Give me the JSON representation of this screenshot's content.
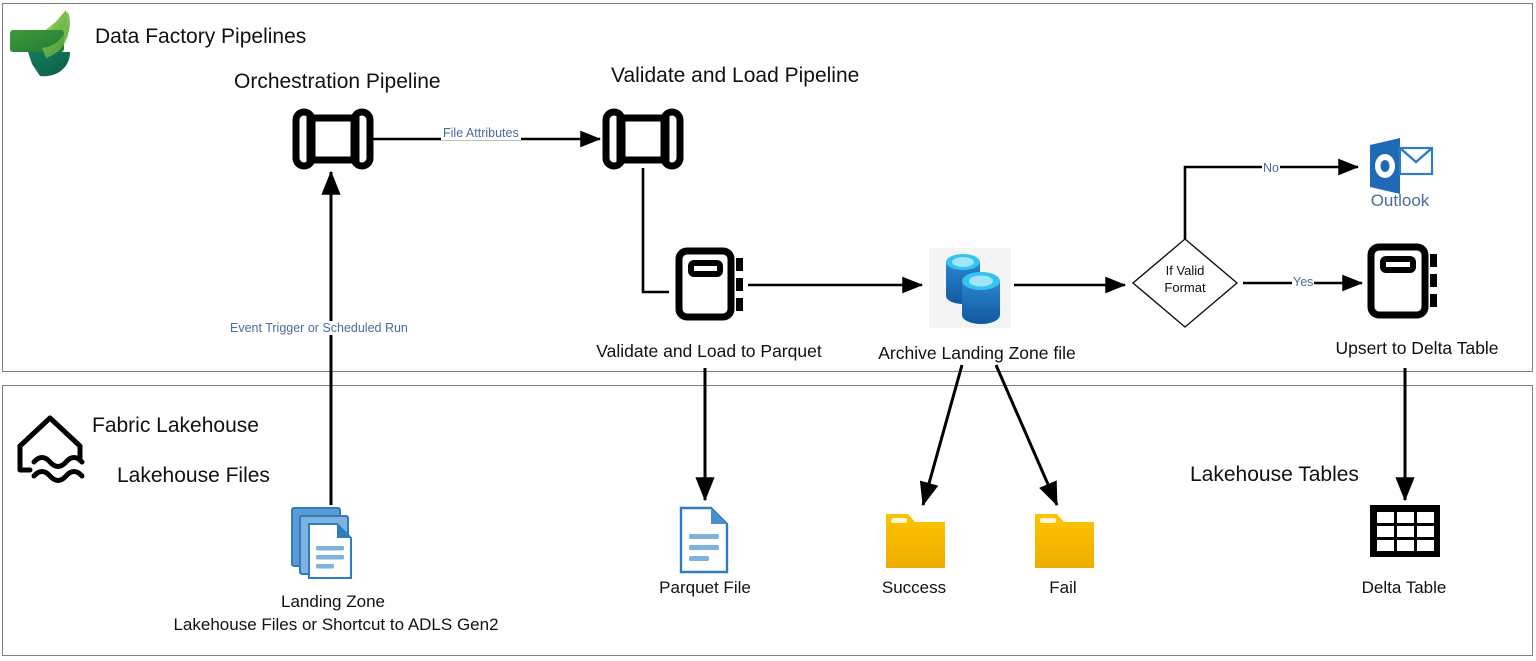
{
  "diagram": {
    "type": "architecture-flow",
    "panels": [
      {
        "id": "data-factory",
        "title": "Data Factory Pipelines",
        "logo": "fabric-logo-icon"
      },
      {
        "id": "fabric-lakehouse",
        "title": "Fabric Lakehouse",
        "logo": "lakehouse-house-icon"
      }
    ]
  },
  "top_panel": {
    "title": "Data Factory Pipelines",
    "orchestration_title": "Orchestration Pipeline",
    "validate_title": "Validate and Load Pipeline",
    "nodes": {
      "orchestration_pipeline": {
        "label": "Orchestration Pipeline",
        "icon": "pipeline-icon"
      },
      "validate_pipeline": {
        "label": "Validate and Load Pipeline",
        "icon": "pipeline-icon"
      },
      "notebook_validate": {
        "label": "Validate and Load to Parquet",
        "icon": "notebook-icon"
      },
      "archive": {
        "label": "Archive Landing Zone file",
        "icon": "database-copy-icon"
      },
      "decision": {
        "line1": "If Valid",
        "line2": "Format",
        "icon": "decision-diamond-icon"
      },
      "outlook": {
        "label": "Outlook",
        "icon": "outlook-icon"
      },
      "notebook_upsert": {
        "label": "Upsert to Delta Table",
        "icon": "notebook-icon"
      }
    },
    "edge_labels": {
      "file_attributes": "File Attributes",
      "event_trigger": "Event Trigger or Scheduled Run",
      "no": "No",
      "yes": "Yes"
    }
  },
  "bottom_panel": {
    "title": "Fabric Lakehouse",
    "files_section": "Lakehouse Files",
    "tables_section": "Lakehouse Tables",
    "nodes": {
      "landing_zone": {
        "label": "Landing Zone",
        "sublabel": "Lakehouse Files or Shortcut to ADLS Gen2",
        "icon": "file-stack-icon"
      },
      "parquet_file": {
        "label": "Parquet File",
        "icon": "document-icon"
      },
      "success_folder": {
        "label": "Success",
        "icon": "folder-icon"
      },
      "fail_folder": {
        "label": "Fail",
        "icon": "folder-icon"
      },
      "delta_table": {
        "label": "Delta Table",
        "icon": "table-grid-icon"
      }
    }
  },
  "colors": {
    "panel_border": "#808080",
    "edge_label": "#4a6c9b",
    "outlook_blue": "#2b6cb0",
    "outlook_panel": "#1f6ab4",
    "folder_yellow": "#f5b800",
    "folder_yellow_dark": "#e0a800",
    "file_blue": "#3f8fd0",
    "file_blue_dark": "#2b6fae",
    "db_blue": "#1d6fbd",
    "db_cyan": "#35c3f0",
    "fabric_green_light": "#8cc63f",
    "fabric_green_mid": "#2e9b3f",
    "fabric_green_dark": "#0e6b4f",
    "stroke_black": "#000000"
  }
}
